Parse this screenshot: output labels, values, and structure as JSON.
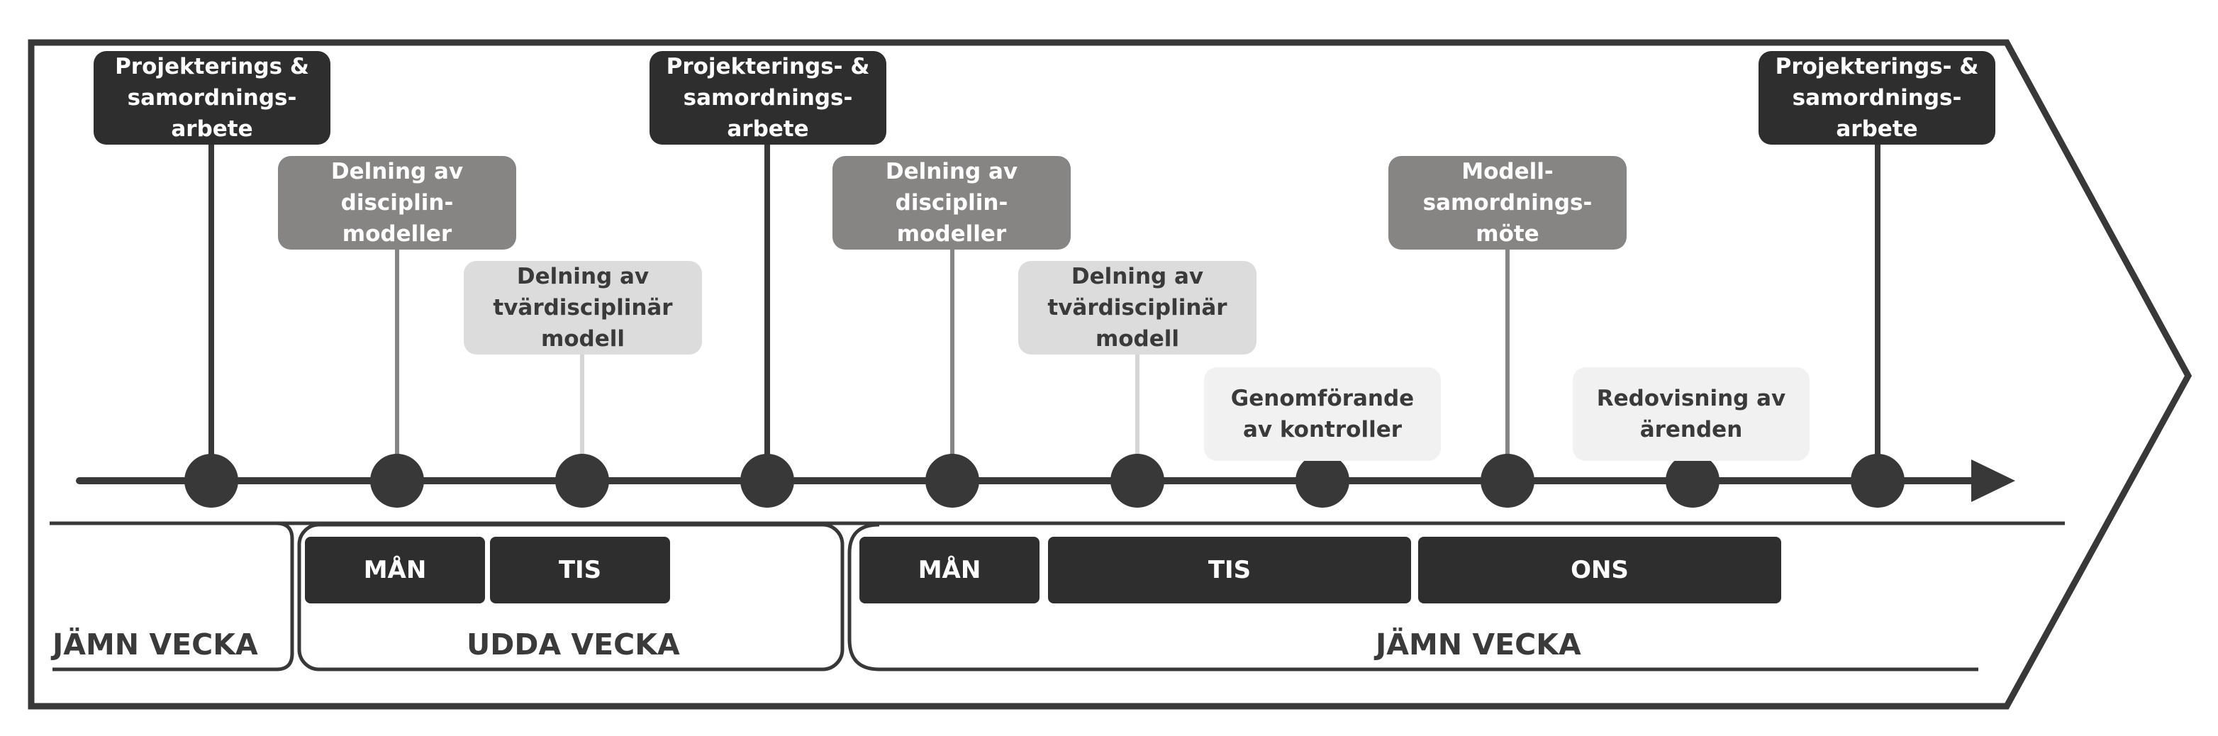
{
  "colors": {
    "dark": "#2e2e2e",
    "mid": "#878584",
    "light": "#dcdcdc",
    "pale": "#f1f1f1",
    "line": "#383838",
    "text": "#3a3a3a"
  },
  "milestones": [
    {
      "label": "Projekterings &\nsamordnings-\narbete",
      "shade": "dark"
    },
    {
      "label": "Delning av\ndisciplin-\nmodeller",
      "shade": "mid"
    },
    {
      "label": "Delning av\ntvärdisciplinär\nmodell",
      "shade": "light"
    },
    {
      "label": "Projekterings- &\nsamordnings-\narbete",
      "shade": "dark"
    },
    {
      "label": "Delning av\ndisciplin-\nmodeller",
      "shade": "mid"
    },
    {
      "label": "Delning av\ntvärdisciplinär\nmodell",
      "shade": "light"
    },
    {
      "label": "Genomförande\nav kontroller",
      "shade": "pale"
    },
    {
      "label": "Modell-\nsamordnings-\nmöte",
      "shade": "mid"
    },
    {
      "label": "Redovisning av\närenden",
      "shade": "pale"
    },
    {
      "label": "Projekterings- &\nsamordnings-\narbete",
      "shade": "dark"
    }
  ],
  "days": [
    "MÅN",
    "TIS",
    "MÅN",
    "TIS",
    "ONS"
  ],
  "weeks": [
    "JÄMN VECKA",
    "UDDA VECKA",
    "JÄMN VECKA"
  ]
}
